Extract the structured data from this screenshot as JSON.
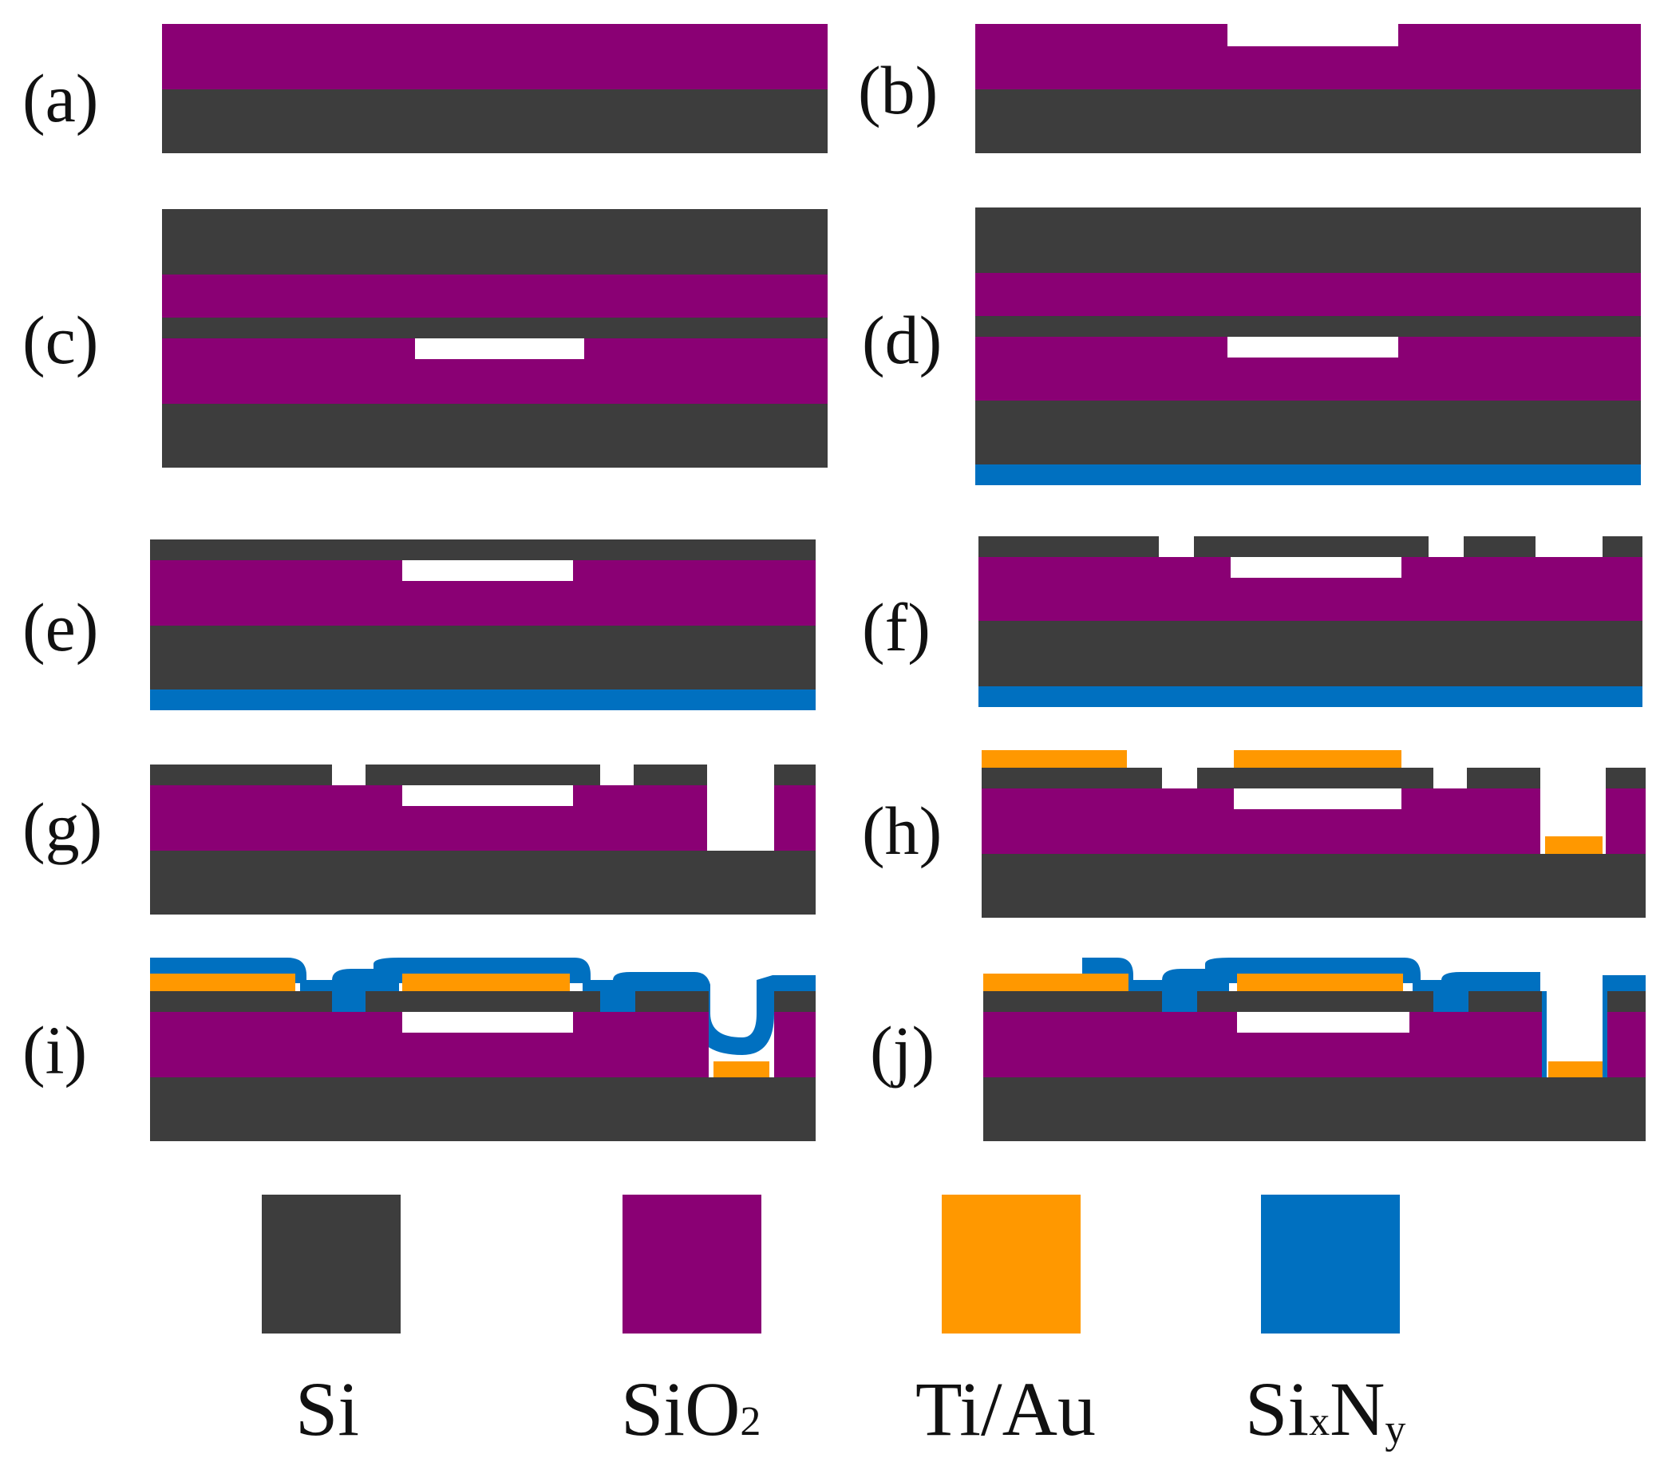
{
  "colors": {
    "si": "#3d3d3d",
    "sio2": "#8a0074",
    "tiau": "#ff9800",
    "sixny": "#0070c0",
    "cavity": "#ffffff"
  },
  "panels": [
    {
      "id": "a",
      "label": "(a)"
    },
    {
      "id": "b",
      "label": "(b)"
    },
    {
      "id": "c",
      "label": "(c)"
    },
    {
      "id": "d",
      "label": "(d)"
    },
    {
      "id": "e",
      "label": "(e)"
    },
    {
      "id": "f",
      "label": "(f)"
    },
    {
      "id": "g",
      "label": "(g)"
    },
    {
      "id": "h",
      "label": "(h)"
    },
    {
      "id": "i",
      "label": "(i)"
    },
    {
      "id": "j",
      "label": "(j)"
    }
  ],
  "legend": [
    {
      "material": "si",
      "label": "Si",
      "label_main": "Si",
      "label_sub": ""
    },
    {
      "material": "sio2",
      "label": "SiO2",
      "label_main": "SiO",
      "label_sub": "2"
    },
    {
      "material": "tiau",
      "label": "Ti/Au",
      "label_main": "Ti/Au",
      "label_sub": ""
    },
    {
      "material": "sixny",
      "label": "SixNy",
      "label_main": "Si",
      "label_sub": "x",
      "label_main2": "N",
      "label_sub2": "y"
    }
  ]
}
